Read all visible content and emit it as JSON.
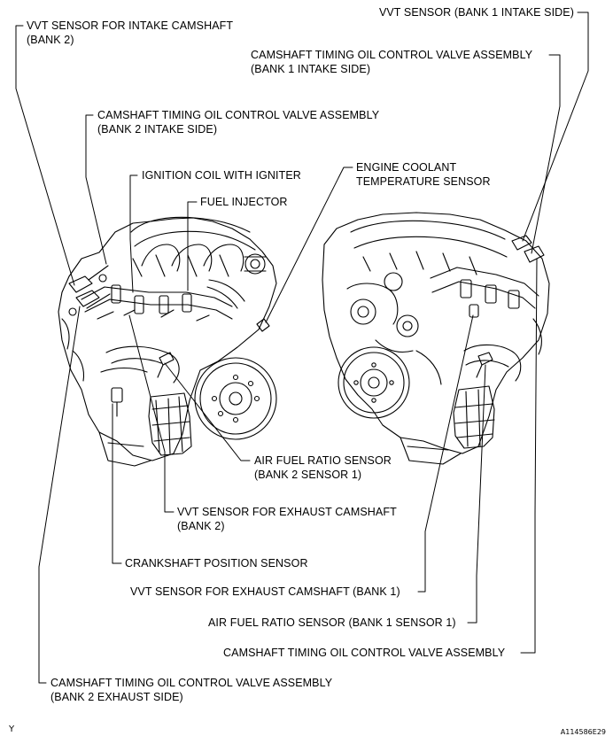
{
  "labels": {
    "vvt_intake_bank2": [
      "VVT SENSOR FOR INTAKE CAMSHAFT",
      "(BANK 2)"
    ],
    "vvt_intake_bank1": [
      "VVT SENSOR (BANK 1 INTAKE SIDE)"
    ],
    "ocv_bank1_intake": [
      "CAMSHAFT TIMING OIL CONTROL VALVE ASSEMBLY",
      "(BANK 1 INTAKE SIDE)"
    ],
    "ocv_bank2_intake": [
      "CAMSHAFT TIMING OIL CONTROL VALVE ASSEMBLY",
      "(BANK 2 INTAKE SIDE)"
    ],
    "ignition_coil": [
      "IGNITION COIL WITH IGNITER"
    ],
    "fuel_injector": [
      "FUEL INJECTOR"
    ],
    "coolant_temp": [
      "ENGINE COOLANT",
      "TEMPERATURE SENSOR"
    ],
    "af_bank2": [
      "AIR FUEL RATIO SENSOR",
      "(BANK 2 SENSOR 1)"
    ],
    "vvt_exhaust_bank2": [
      "VVT SENSOR FOR EXHAUST CAMSHAFT",
      "(BANK 2)"
    ],
    "crankshaft": [
      "CRANKSHAFT POSITION SENSOR"
    ],
    "vvt_exhaust_bank1": [
      "VVT SENSOR FOR EXHAUST CAMSHAFT (BANK 1)"
    ],
    "af_bank1": [
      "AIR FUEL RATIO SENSOR (BANK 1 SENSOR 1)"
    ],
    "ocv_generic": [
      "CAMSHAFT TIMING OIL CONTROL VALVE ASSEMBLY"
    ],
    "ocv_bank2_exhaust": [
      "CAMSHAFT TIMING OIL CONTROL VALVE ASSEMBLY",
      "(BANK 2 EXHAUST SIDE)"
    ]
  },
  "corner_left": "Y",
  "figure_code": "A114586E29"
}
